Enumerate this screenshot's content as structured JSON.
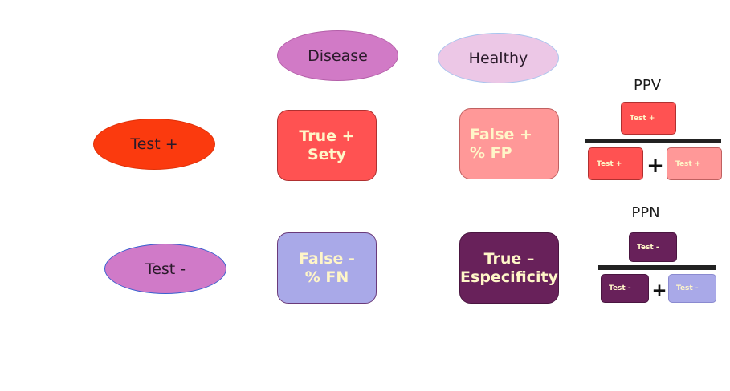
{
  "headers": {
    "disease": "Disease",
    "healthy": "Healthy"
  },
  "rows": {
    "test_pos": "Test +",
    "test_neg": "Test -"
  },
  "cells": {
    "true_pos": "True +\nSety",
    "false_pos": "False +\n% FP",
    "false_neg": "False  -\n% FN",
    "true_neg": "True –\nEspecificity"
  },
  "ppv": {
    "title": "PPV",
    "numerator": "Test +",
    "denominator_left": "Test +",
    "plus": "+",
    "denominator_right": "Test +"
  },
  "ppn": {
    "title": "PPN",
    "numerator": "Test -",
    "denominator_left": "Test -",
    "plus": "+",
    "denominator_right": "Test -"
  },
  "colors": {
    "disease": "#d17ac6",
    "healthy": "#ecc7e6",
    "test_pos": "#fb3a0e",
    "test_neg": "#d07ac8",
    "true_pos": "#ff5252",
    "false_pos": "#ff9898",
    "false_neg": "#a9a9e8",
    "true_neg": "#68215a",
    "cell_text": "#fff6c8"
  }
}
